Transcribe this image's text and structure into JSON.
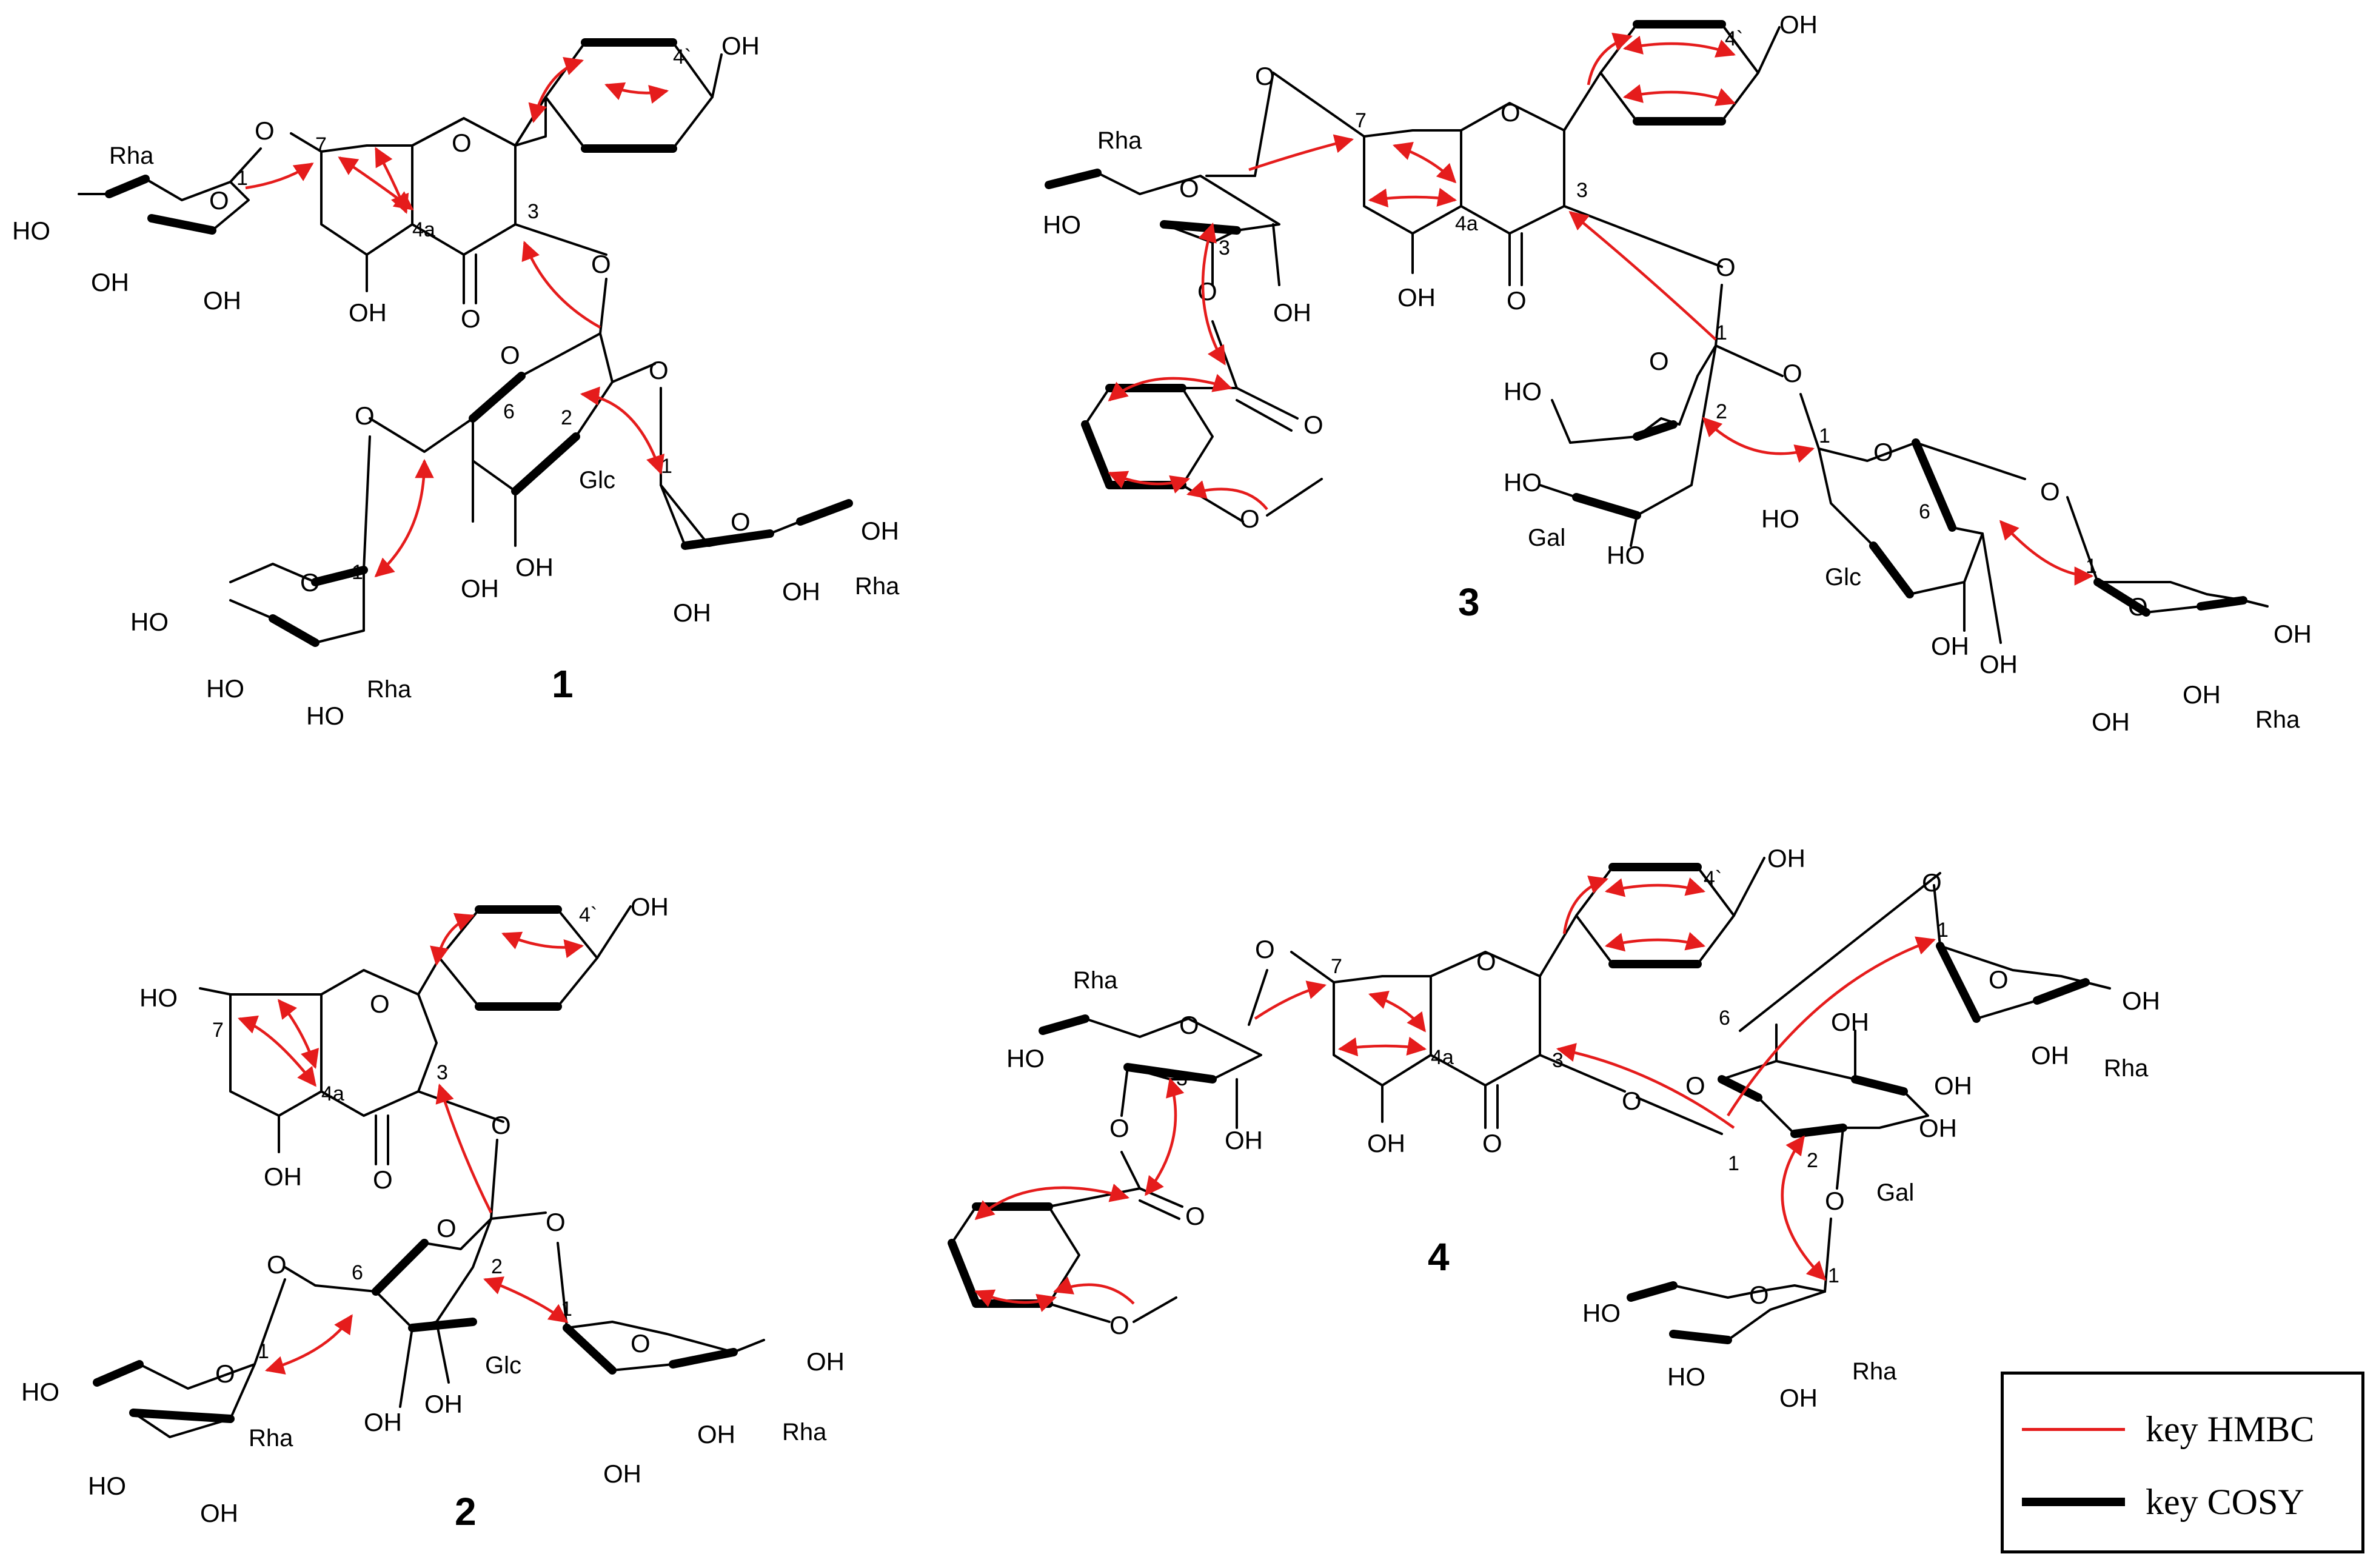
{
  "compounds": [
    {
      "id": "1",
      "label": "1",
      "sugars": {
        "rha_7": "Rha",
        "glc": "Glc",
        "rha_6": "Rha",
        "rha_2": "Rha"
      }
    },
    {
      "id": "2",
      "label": "2",
      "sugars": {
        "glc": "Glc",
        "rha_6": "Rha",
        "rha_2": "Rha"
      }
    },
    {
      "id": "3",
      "label": "3",
      "sugars": {
        "rha_7": "Rha",
        "gal": "Gal",
        "glc": "Glc",
        "rha_6": "Rha"
      }
    },
    {
      "id": "4",
      "label": "4",
      "sugars": {
        "rha_7": "Rha",
        "gal": "Gal",
        "rha_6": "Rha",
        "rha_2": "Rha"
      }
    }
  ],
  "atoms": {
    "OH": "OH",
    "HO": "HO",
    "O": "O",
    "pos_4p": "4`",
    "pos_4a": "4a",
    "pos_7": "7",
    "pos_3": "3",
    "pos_1": "1",
    "pos_2": "2",
    "pos_6": "6"
  },
  "legend": {
    "hmbc_label": "key HMBC",
    "cosy_label": "key COSY",
    "hmbc_color": "#e51c1c",
    "cosy_color": "#000000"
  }
}
